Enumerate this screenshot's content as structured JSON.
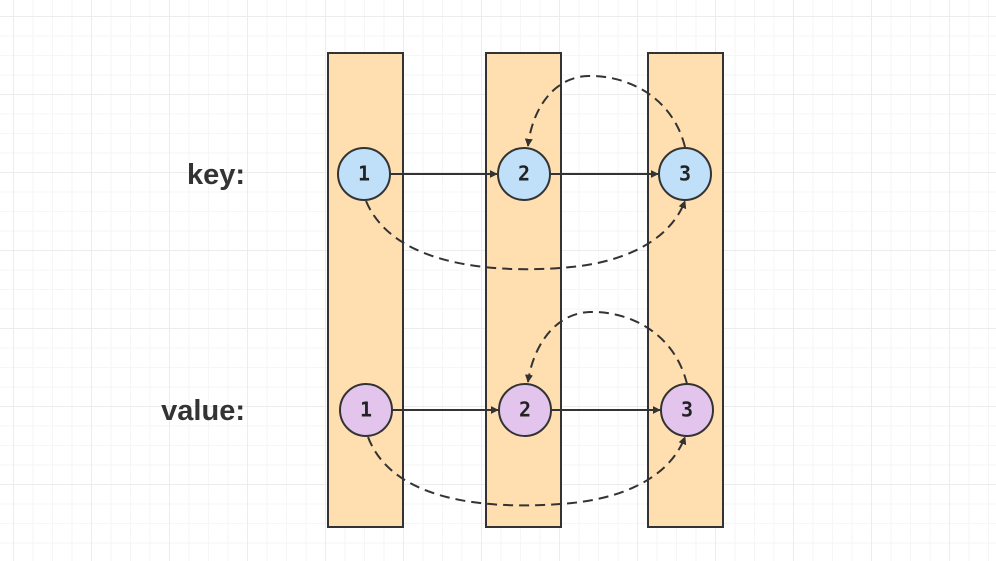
{
  "labels": {
    "key": "key:",
    "value": "value:"
  },
  "key_nodes": [
    "1",
    "2",
    "3"
  ],
  "value_nodes": [
    "1",
    "2",
    "3"
  ],
  "colors": {
    "column_fill": "#ffdfb0",
    "column_stroke": "#333333",
    "key_node_fill": "#bfe0f8",
    "value_node_fill": "#e3c4ec",
    "edge": "#333333"
  }
}
